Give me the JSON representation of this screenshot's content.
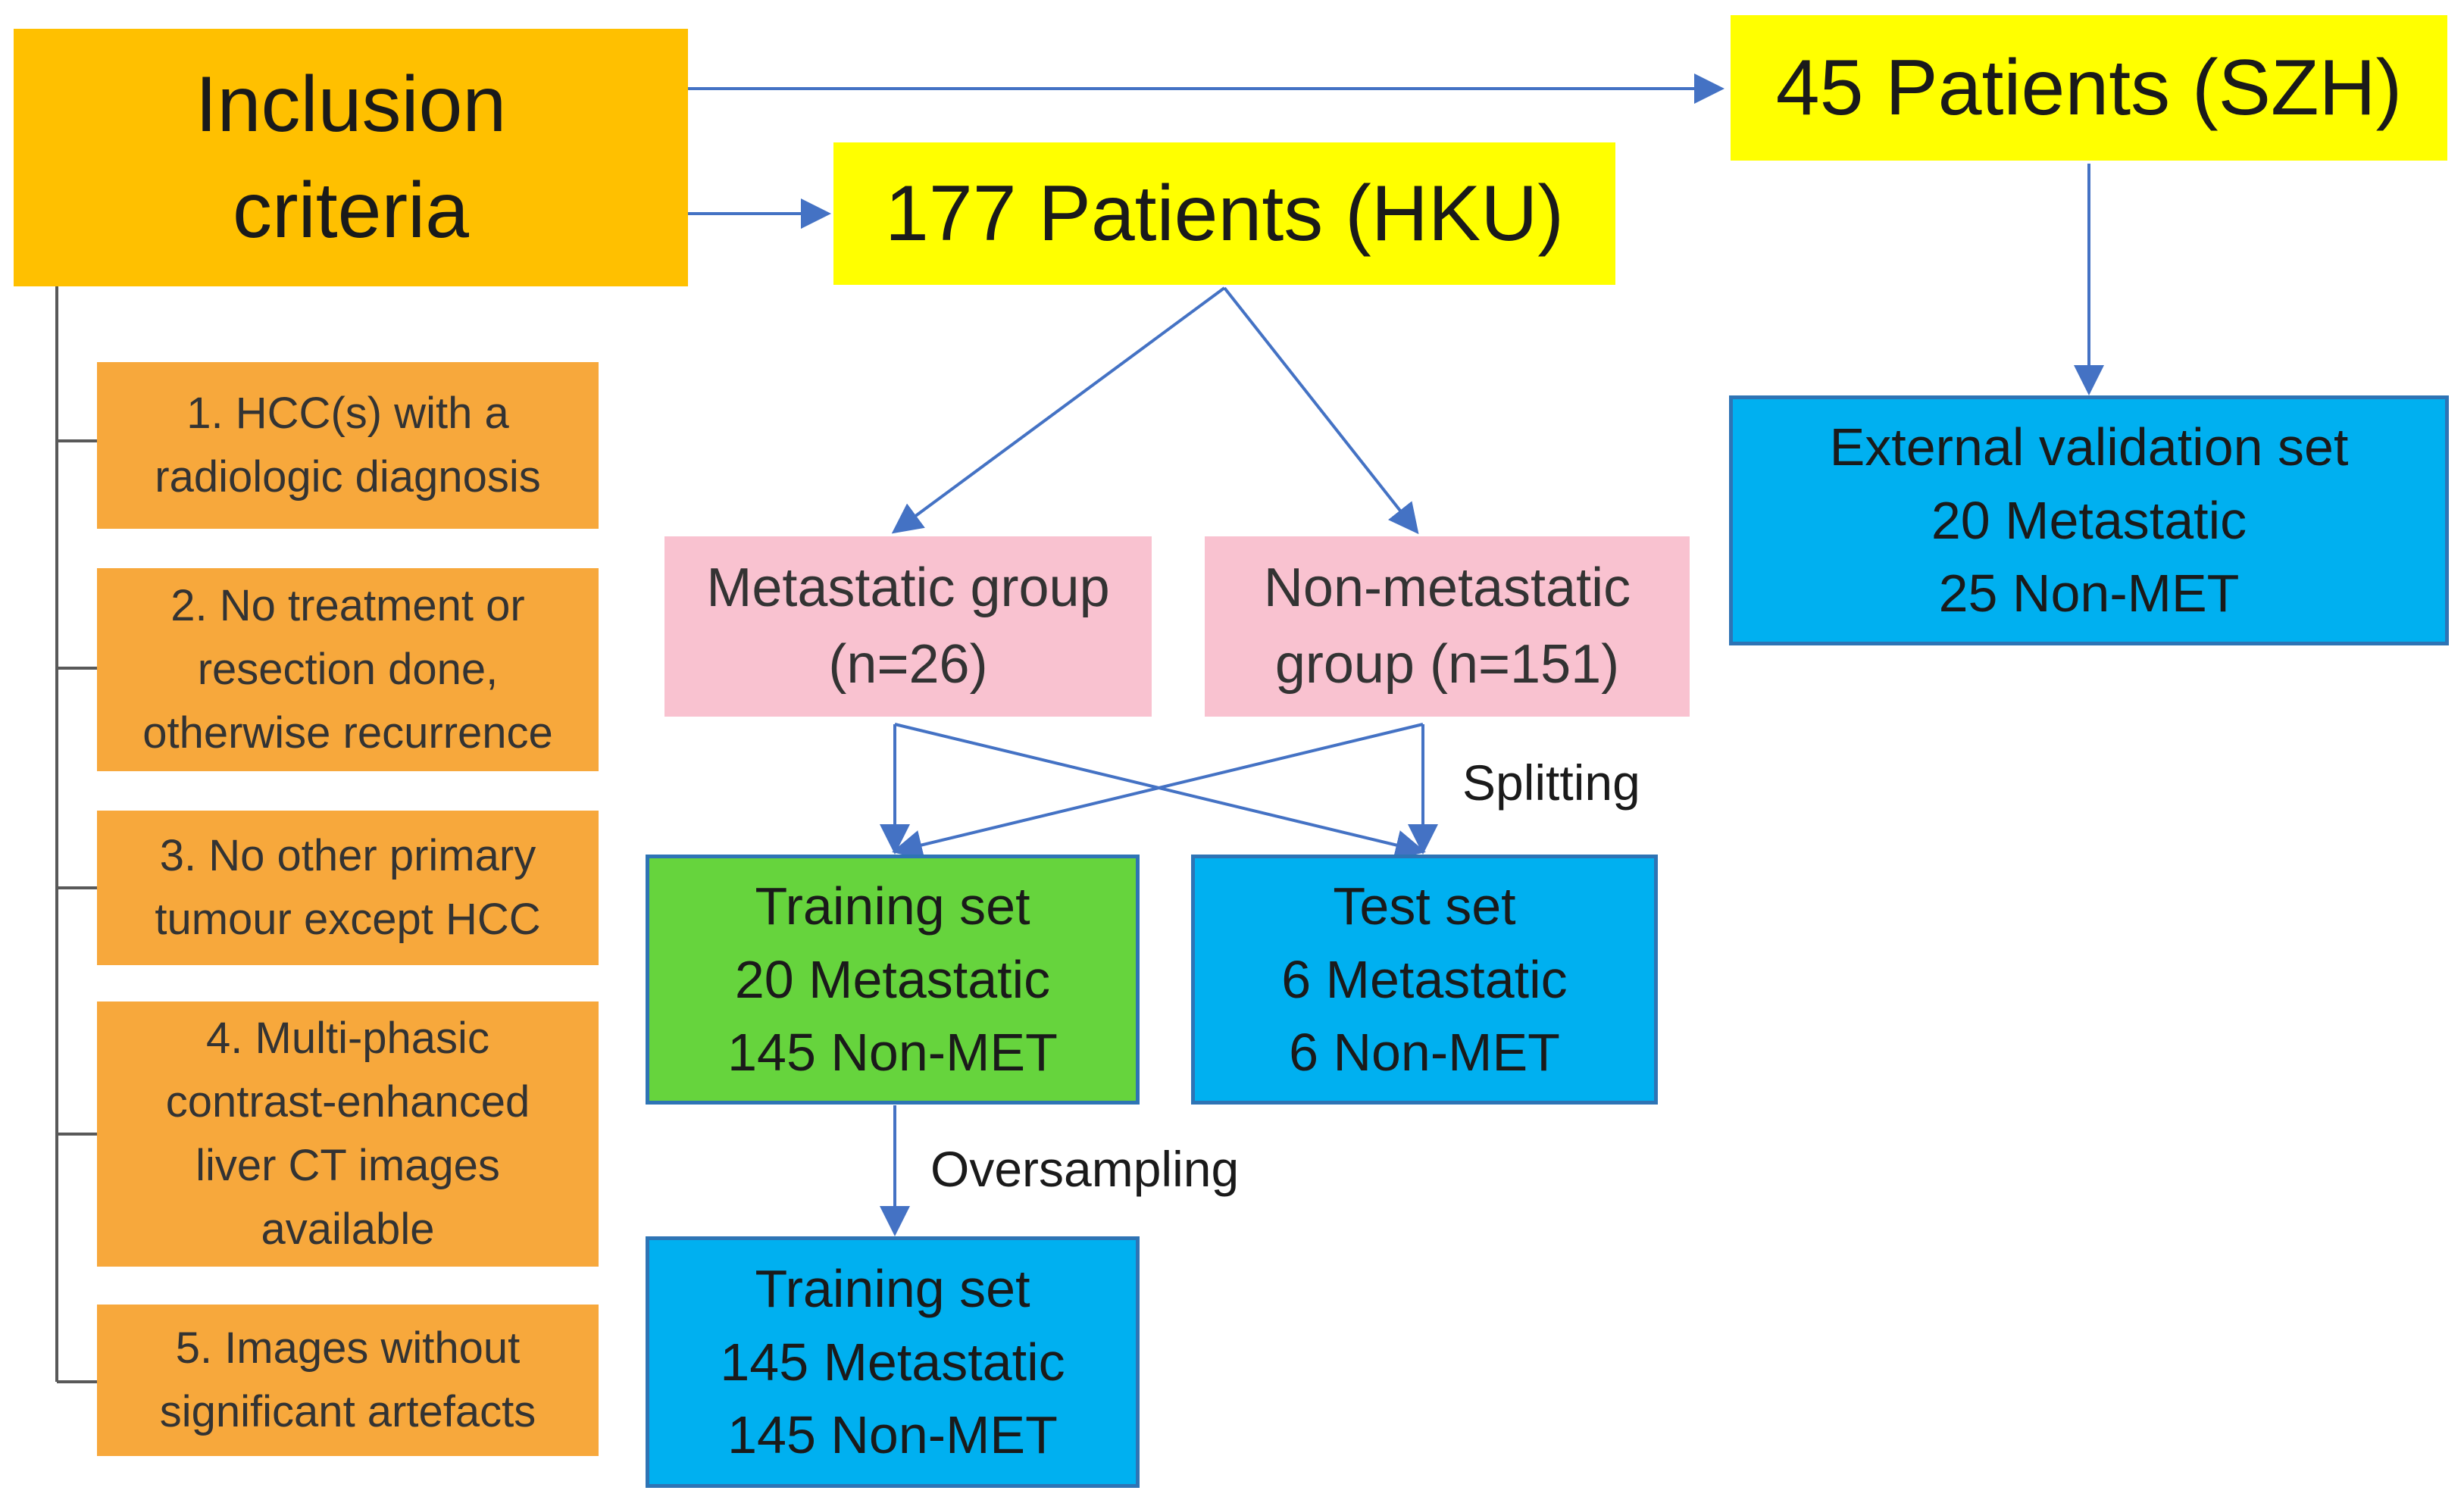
{
  "inclusion": {
    "line1": "Inclusion",
    "line2": "criteria"
  },
  "hku": {
    "label": "177 Patients (HKU)"
  },
  "szh": {
    "label": "45 Patients (SZH)"
  },
  "criteria": [
    {
      "lines": [
        "1. HCC(s) with a",
        "radiologic diagnosis"
      ]
    },
    {
      "lines": [
        "2. No treatment or",
        "resection done,",
        "otherwise recurrence"
      ]
    },
    {
      "lines": [
        "3. No other primary",
        "tumour except HCC"
      ]
    },
    {
      "lines": [
        "4. Multi-phasic",
        "contrast-enhanced",
        "liver CT images",
        "available"
      ]
    },
    {
      "lines": [
        "5. Images without",
        "significant artefacts"
      ]
    }
  ],
  "metastatic_group": {
    "line1": "Metastatic group",
    "line2": "(n=26)"
  },
  "nonmetastatic_group": {
    "line1": "Non-metastatic",
    "line2": "group (n=151)"
  },
  "splitting_label": "Splitting",
  "oversampling_label": "Oversampling",
  "training_set": {
    "title": "Training set",
    "line2": "20 Metastatic",
    "line3": "145 Non-MET"
  },
  "test_set": {
    "title": "Test set",
    "line2": "6 Metastatic",
    "line3": "6 Non-MET"
  },
  "oversampled_training_set": {
    "title": "Training set",
    "line2": "145 Metastatic",
    "line3": "145 Non-MET"
  },
  "external_validation_set": {
    "title": "External validation set",
    "line2": "20 Metastatic",
    "line3": "25 Non-MET"
  },
  "colors": {
    "inclusion": "#ffc000",
    "patients": "#ffff00",
    "criteria": "#f7a83c",
    "groups": "#f9c2d0",
    "training": "#66d43d",
    "sets": "#00b0f0",
    "arrow": "#4472c4",
    "bracket": "#595959"
  }
}
